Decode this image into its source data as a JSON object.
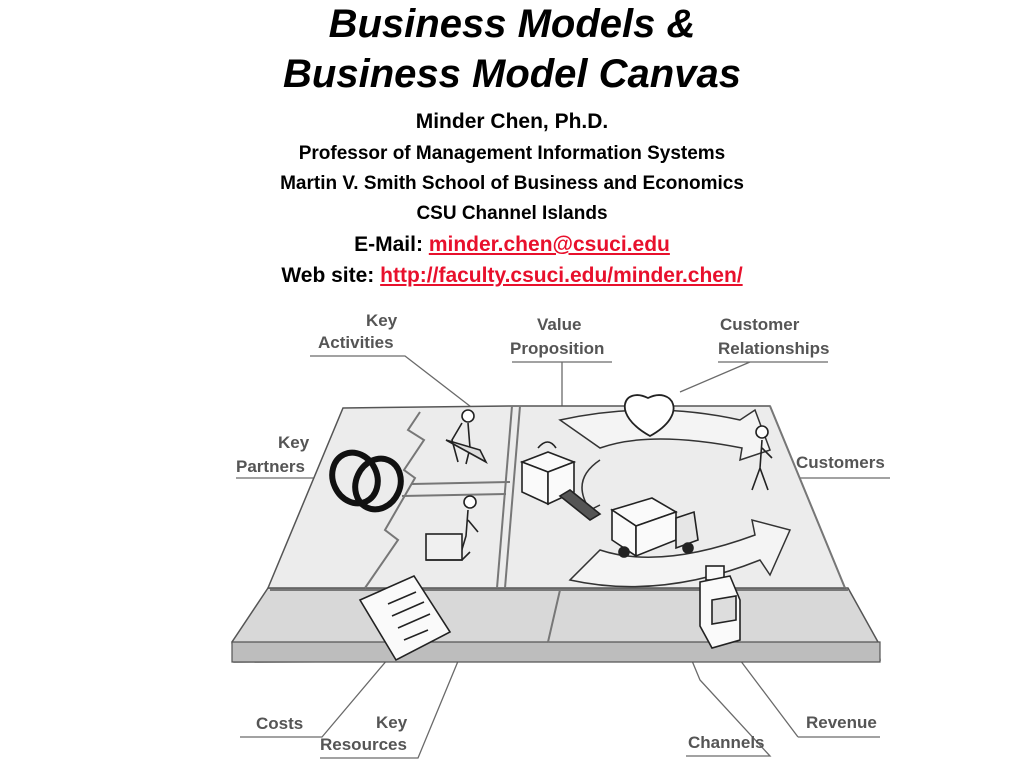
{
  "title": {
    "line1": "Business Models &",
    "line2": "Business Model Canvas"
  },
  "author": {
    "name": "Minder Chen, Ph.D.",
    "role": "Professor of Management Information Systems",
    "school": "Martin V. Smith School of Business and Economics",
    "campus": "CSU Channel Islands",
    "email_label": "E-Mail:",
    "email": "minder.chen@csuci.edu",
    "web_label": "Web site:",
    "web": "http://faculty.csuci.edu/minder.chen/"
  },
  "canvas": {
    "labels": {
      "key_activities": [
        "Key",
        "Activities"
      ],
      "value_proposition": [
        "Value",
        "Proposition"
      ],
      "customer_relationships": [
        "Customer",
        "Relationships"
      ],
      "key_partners": [
        "Key",
        "Partners"
      ],
      "customers": "Customers",
      "costs": "Costs",
      "key_resources": [
        "Key",
        "Resources"
      ],
      "channels": "Channels",
      "revenue": "Revenue"
    }
  },
  "colors": {
    "link": "#e8102c",
    "label": "#555555",
    "board": "#ececec"
  }
}
